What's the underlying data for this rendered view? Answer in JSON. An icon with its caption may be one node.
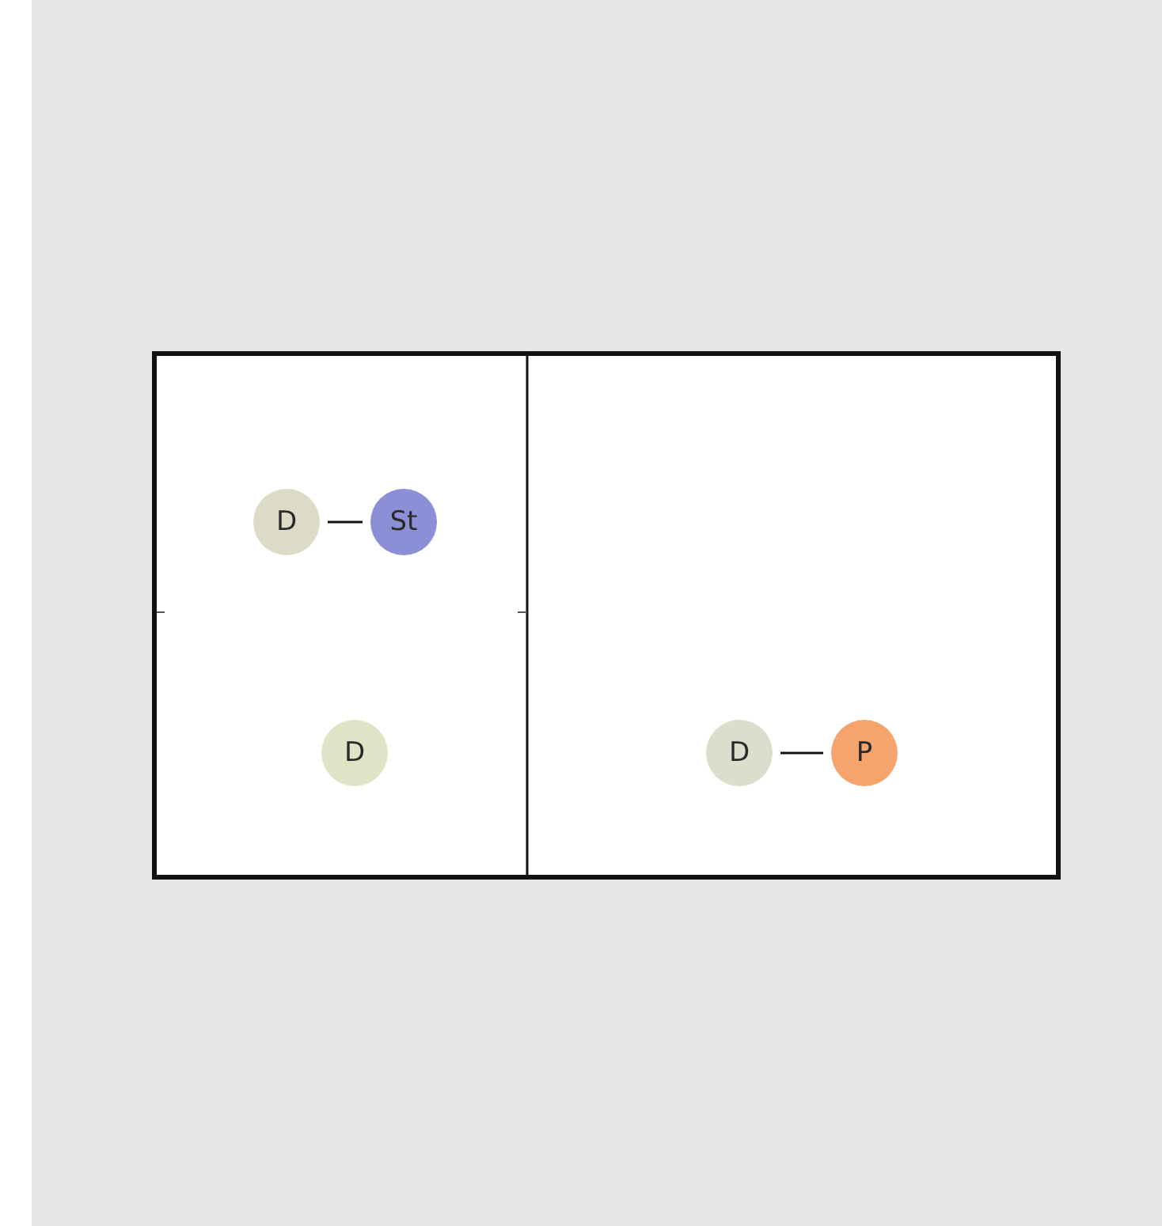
{
  "diagram": {
    "nodes": [
      {
        "text": [
          "D"
        ]
      },
      {
        "text": [
          "St"
        ]
      },
      {
        "text": [
          "D"
        ]
      },
      {
        "text": [
          "D"
        ]
      },
      {
        "text": [
          "P"
        ]
      }
    ],
    "edges": [
      {
        "from": 0,
        "to": 1,
        "arrow": "none"
      },
      {
        "from": 3,
        "to": 4,
        "arrow": "none"
      }
    ]
  }
}
